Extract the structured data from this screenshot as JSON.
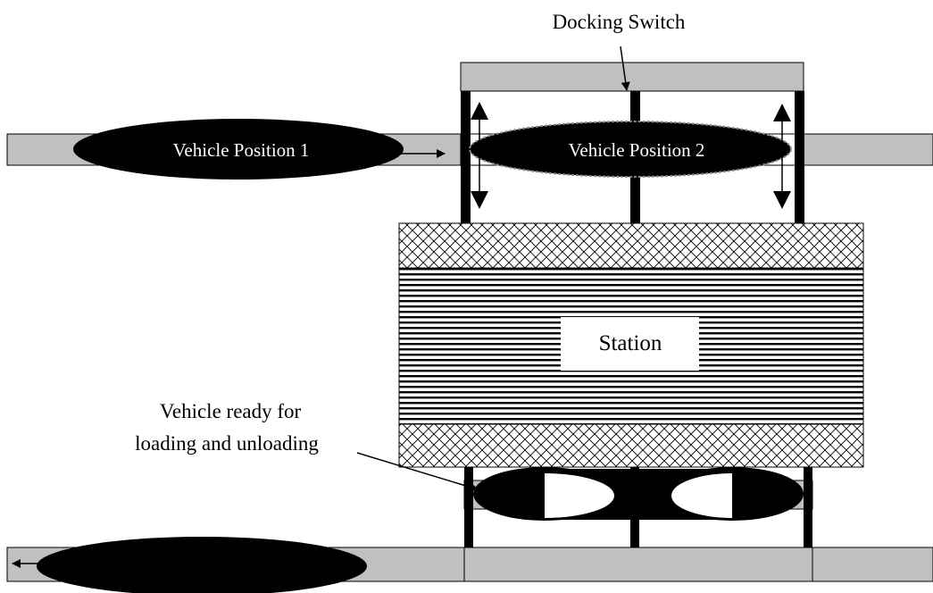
{
  "labels": {
    "docking_switch": "Docking Switch",
    "vehicle_position_1": "Vehicle Position  1",
    "vehicle_position_2": "Vehicle Position 2",
    "station": "Station",
    "vehicle_ready_line1": "Vehicle ready for",
    "vehicle_ready_line2": "loading and unloading"
  },
  "colors": {
    "track_fill": "#c0c0c0",
    "vehicle_fill": "#000000",
    "vehicle_text": "#ffffff",
    "outline": "#000000",
    "background": "#ffffff"
  }
}
